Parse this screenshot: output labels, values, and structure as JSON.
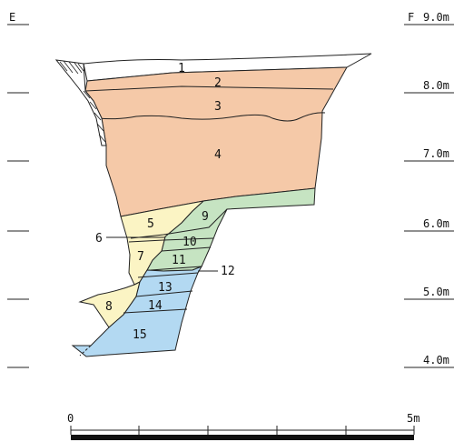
{
  "section": {
    "left_end": "E",
    "right_end": "F"
  },
  "elevation_labels": [
    "9.0m",
    "8.0m",
    "7.0m",
    "6.0m",
    "5.0m",
    "4.0m"
  ],
  "layers": [
    {
      "id": "1",
      "fill": "#ffffff"
    },
    {
      "id": "2",
      "fill": "#f5c9a8"
    },
    {
      "id": "3",
      "fill": "#f5c9a8"
    },
    {
      "id": "4",
      "fill": "#f5c9a8"
    },
    {
      "id": "5",
      "fill": "#fbf4c4"
    },
    {
      "id": "6",
      "fill": "#fbf4c4"
    },
    {
      "id": "7",
      "fill": "#fbf4c4"
    },
    {
      "id": "8",
      "fill": "#fbf4c4"
    },
    {
      "id": "9",
      "fill": "#c6e4c2"
    },
    {
      "id": "10",
      "fill": "#c6e4c2"
    },
    {
      "id": "11",
      "fill": "#c6e4c2"
    },
    {
      "id": "12",
      "fill": "#c6e4c2"
    },
    {
      "id": "13",
      "fill": "#b3d9f2"
    },
    {
      "id": "14",
      "fill": "#b3d9f2"
    },
    {
      "id": "15",
      "fill": "#b3d9f2"
    }
  ],
  "scale_bar": {
    "start_label": "0",
    "end_label": "5m"
  },
  "colors": {
    "topsoil": "#ffffff",
    "orange_fill": "#f5c9a8",
    "yellow_fill": "#fbf4c4",
    "green_fill": "#c6e4c2",
    "blue_fill": "#b3d9f2",
    "line": "#222222"
  }
}
